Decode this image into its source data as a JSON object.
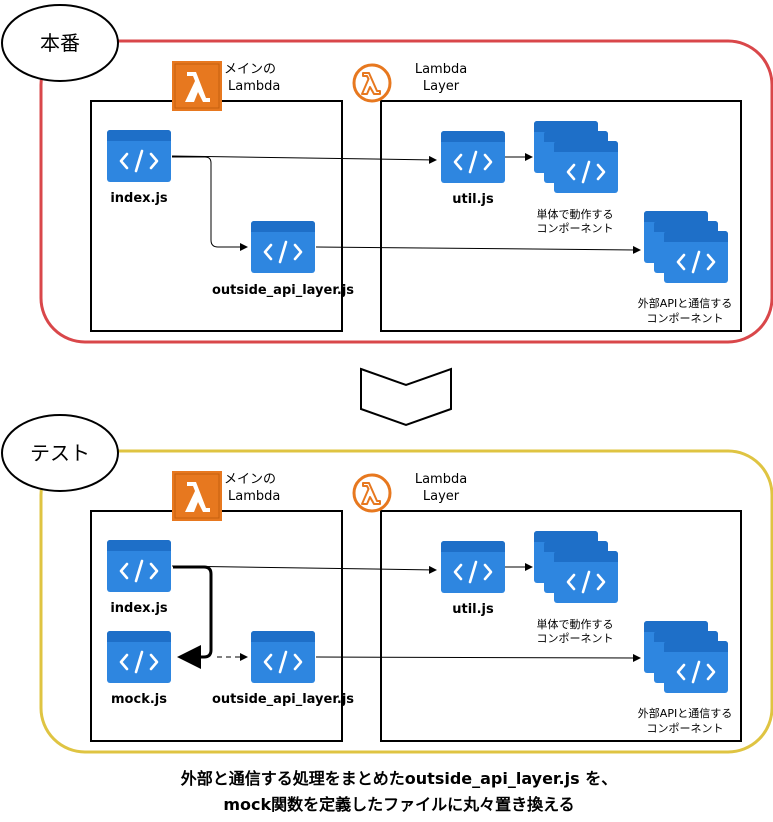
{
  "colors": {
    "prod_border": "#d9474a",
    "test_border": "#dfc442",
    "lambda_orange": "#e7781f",
    "code_blue": "#2e86e0",
    "code_blue_dark": "#1e6fc8"
  },
  "prod": {
    "env_label": "本番",
    "main_lambda": {
      "line1": "メインの",
      "line2": "Lambda",
      "icon": "aws-lambda-icon"
    },
    "layer": {
      "line1": "Lambda",
      "line2": "Layer",
      "icon": "aws-lambda-layer-icon"
    },
    "files": {
      "index": "index.js",
      "outside": "outside_api_layer.js",
      "util": "util.js"
    },
    "standalone": {
      "line1": "単体で動作する",
      "line2": "コンポーネント"
    },
    "external": {
      "line1": "外部APIと通信する",
      "line2": "コンポーネント"
    }
  },
  "test": {
    "env_label": "テスト",
    "main_lambda": {
      "line1": "メインの",
      "line2": "Lambda",
      "icon": "aws-lambda-icon"
    },
    "layer": {
      "line1": "Lambda",
      "line2": "Layer",
      "icon": "aws-lambda-layer-icon"
    },
    "files": {
      "index": "index.js",
      "mock": "mock.js",
      "outside": "outside_api_layer.js",
      "util": "util.js"
    },
    "standalone": {
      "line1": "単体で動作する",
      "line2": "コンポーネント"
    },
    "external": {
      "line1": "外部APIと通信する",
      "line2": "コンポーネント"
    }
  },
  "caption": {
    "line1": "外部と通信する処理をまとめたoutside_api_layer.js を、",
    "line2": "mock関数を定義したファイルに丸々置き換える"
  }
}
